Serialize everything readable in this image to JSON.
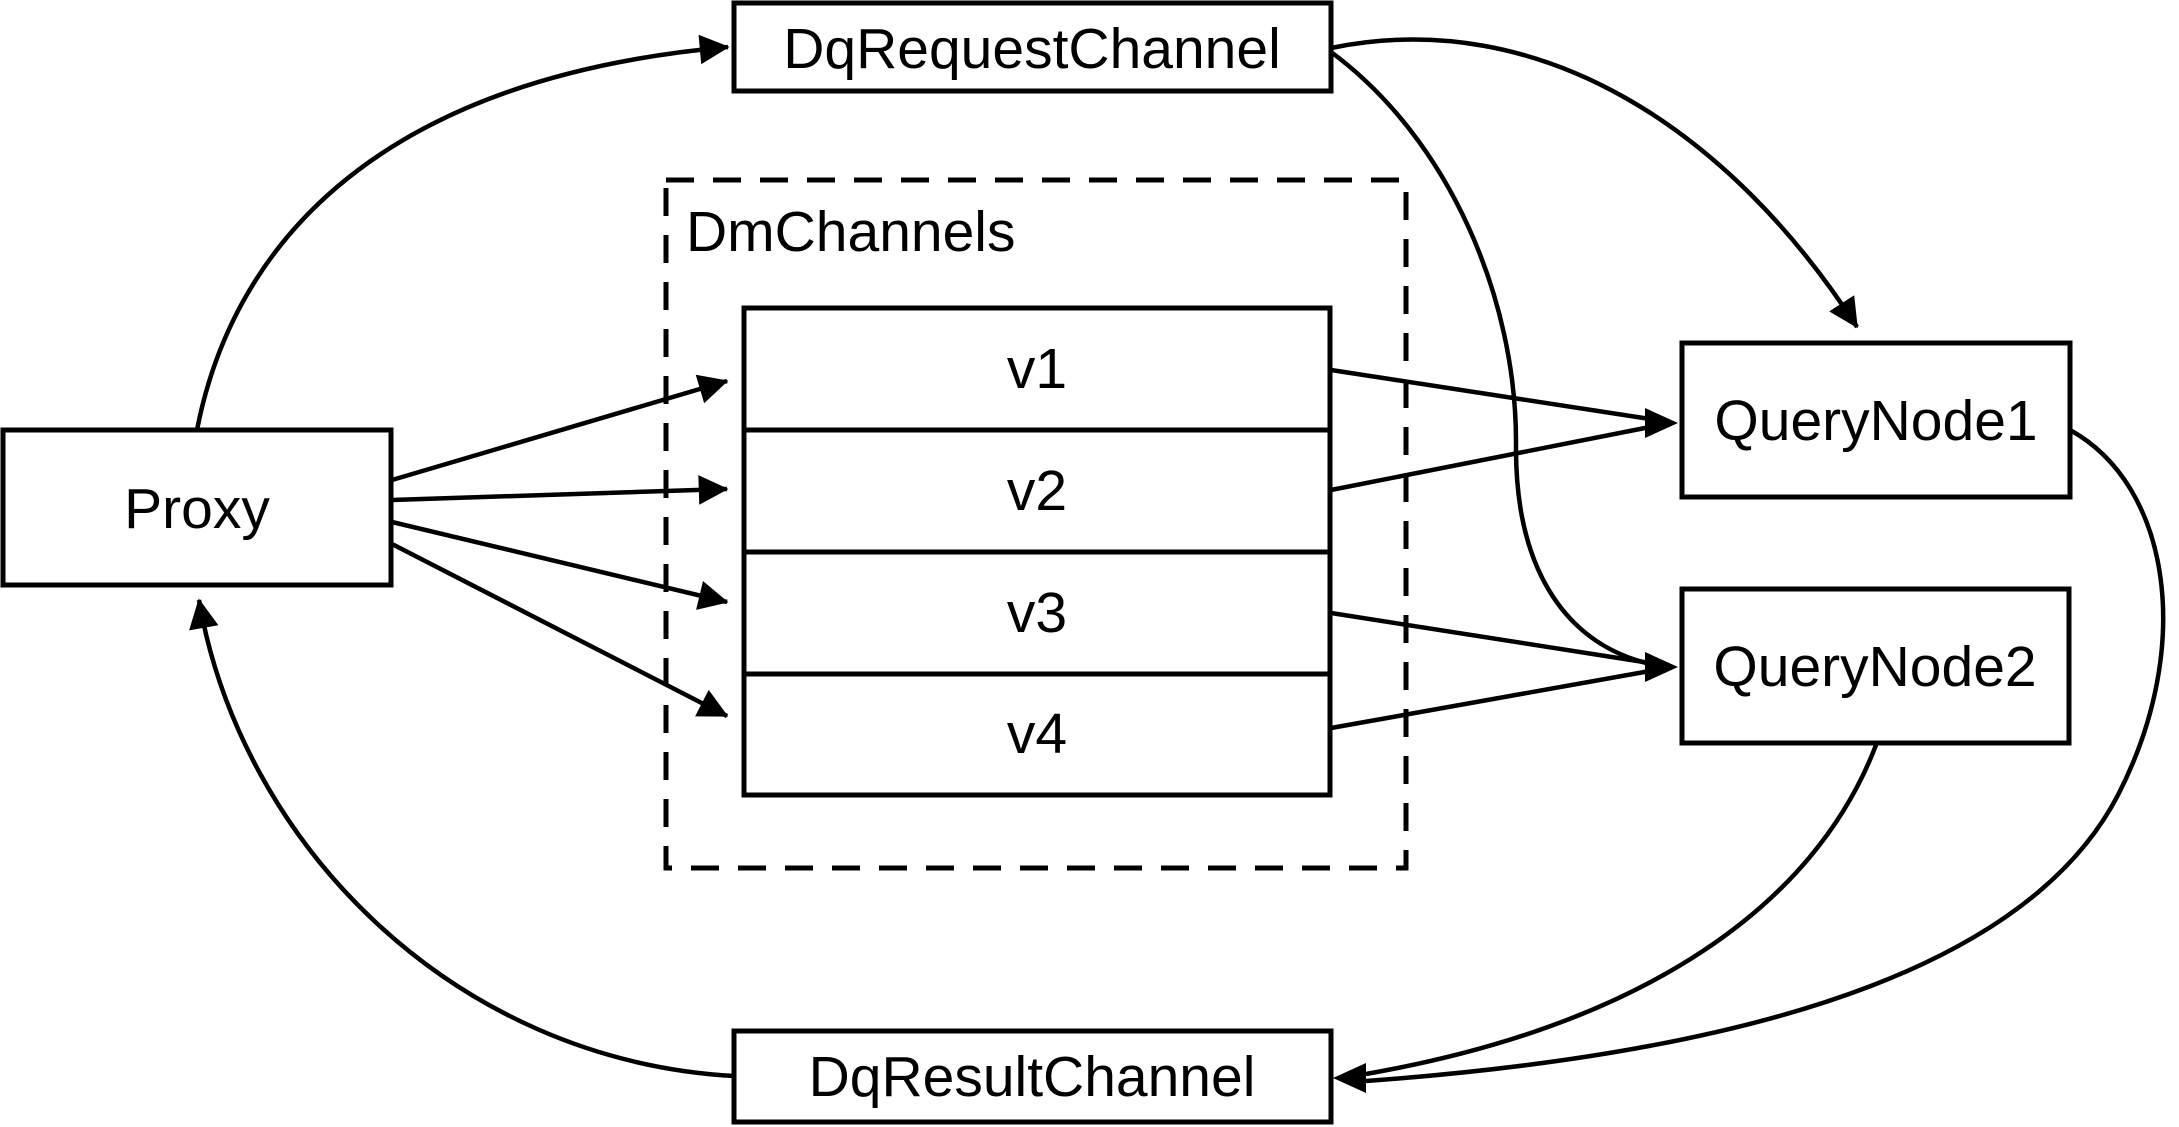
{
  "diagram": {
    "background_color": "#ffffff",
    "line_color": "#000000",
    "nodes": {
      "proxy": {
        "label": "Proxy"
      },
      "dq_request_channel": {
        "label": "DqRequestChannel"
      },
      "dm_channels": {
        "label": "DmChannels",
        "channels": [
          {
            "label": "v1"
          },
          {
            "label": "v2"
          },
          {
            "label": "v3"
          },
          {
            "label": "v4"
          }
        ]
      },
      "query_node_1": {
        "label": "QueryNode1"
      },
      "query_node_2": {
        "label": "QueryNode2"
      },
      "dq_result_channel": {
        "label": "DqResultChannel"
      }
    }
  }
}
